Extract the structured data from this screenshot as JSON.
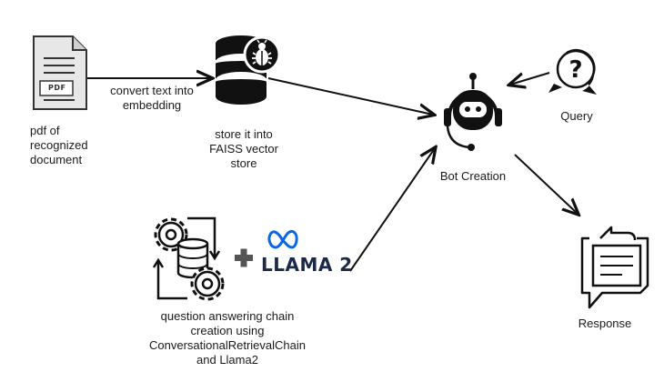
{
  "pdf_icon_text": "PDF",
  "pdf_label": [
    "pdf of",
    "recognized",
    "document"
  ],
  "convert_label": [
    "convert text into",
    "embedding"
  ],
  "store_label": [
    "store it into",
    "FAISS vector",
    "store"
  ],
  "bot_label": "Bot Creation",
  "query_label": "Query",
  "response_label": "Response",
  "llama_text": "LLAMA 2",
  "chain_label": [
    "question answering chain",
    "creation using",
    "ConversationalRetrievalChain",
    "and Llama2"
  ],
  "colors": {
    "ink": "#111111",
    "llama_blue": "#1c2a4a",
    "meta_blue": "#0a66e4"
  },
  "icons": [
    "pdf-document-icon",
    "database-bug-icon",
    "robot-headset-icon",
    "question-bubble-icon",
    "response-chat-icon",
    "gears-database-icon",
    "plus-icon",
    "meta-logo-icon"
  ]
}
